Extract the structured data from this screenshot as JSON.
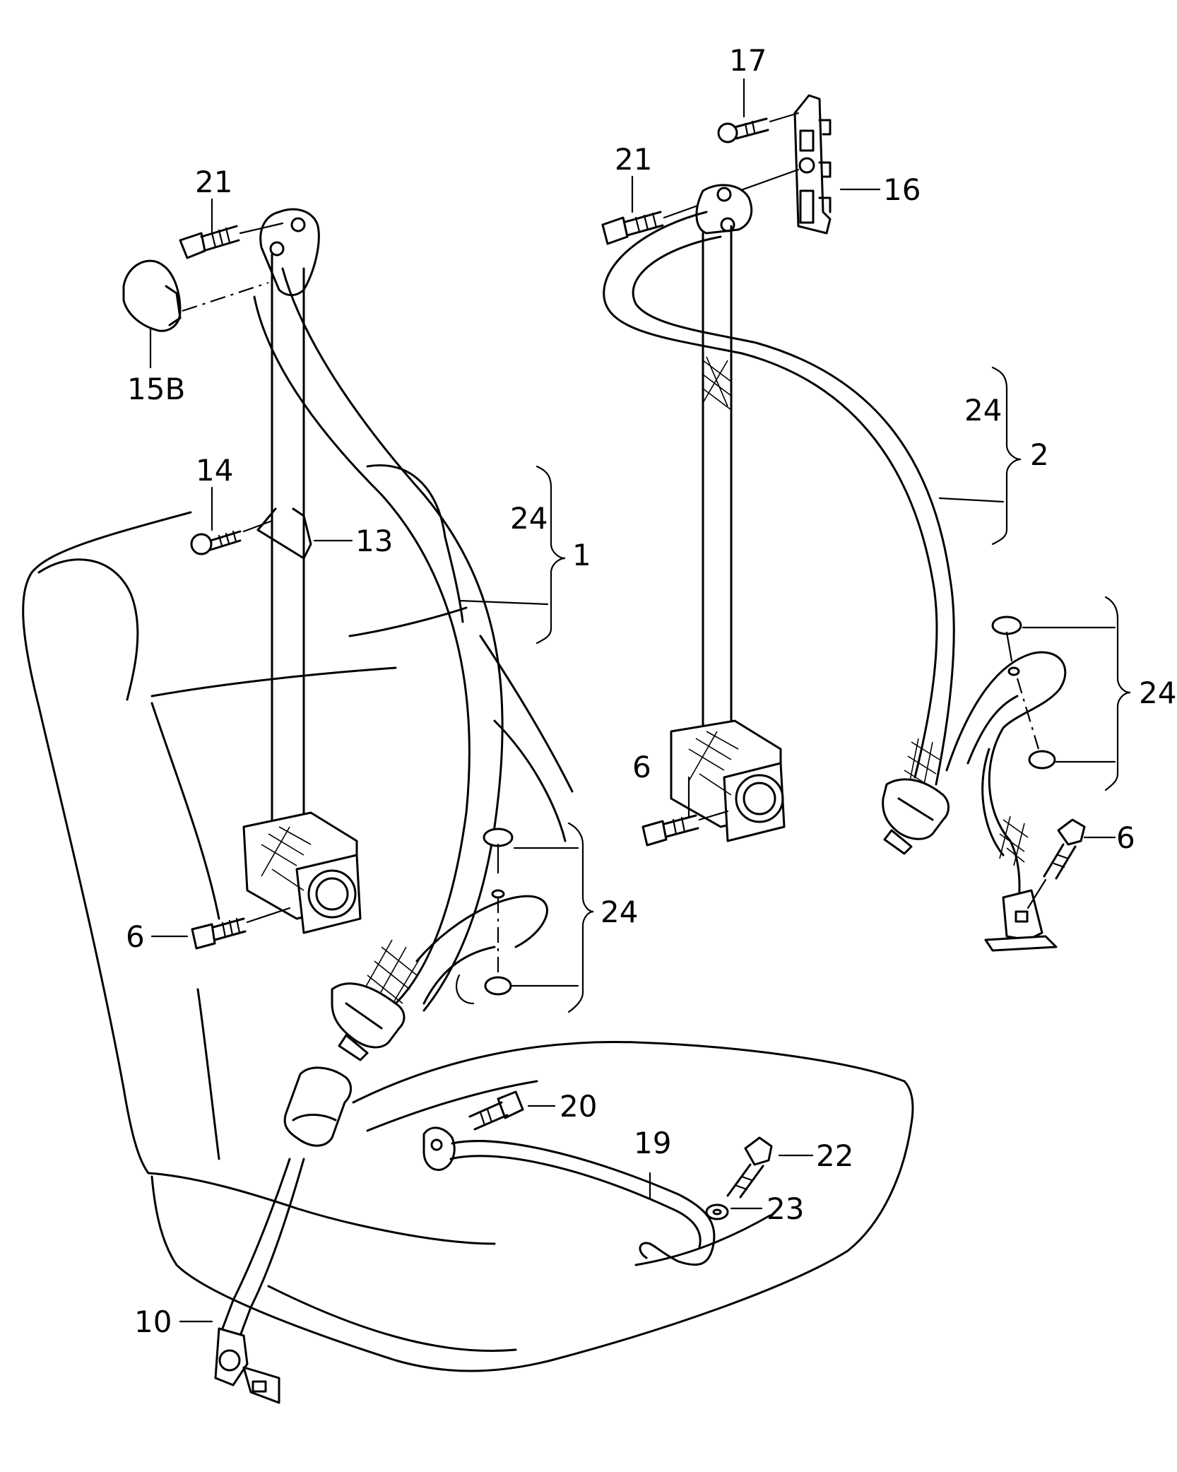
{
  "callouts": {
    "c17": "17",
    "c21_right": "21",
    "c16": "16",
    "c21_left": "21",
    "c15b": "15B",
    "c24_right_top": "24",
    "c2": "2",
    "c14": "14",
    "c13": "13",
    "c24_left_top": "24",
    "c1": "1",
    "c24_right_floor": "24",
    "c6_right_retractor": "6",
    "c6_right_floor": "6",
    "c6_left": "6",
    "c24_left_floor": "24",
    "c20": "20",
    "c19": "19",
    "c22": "22",
    "c23": "23",
    "c10": "10"
  },
  "colors": {
    "line": "#000000",
    "background": "#ffffff"
  }
}
